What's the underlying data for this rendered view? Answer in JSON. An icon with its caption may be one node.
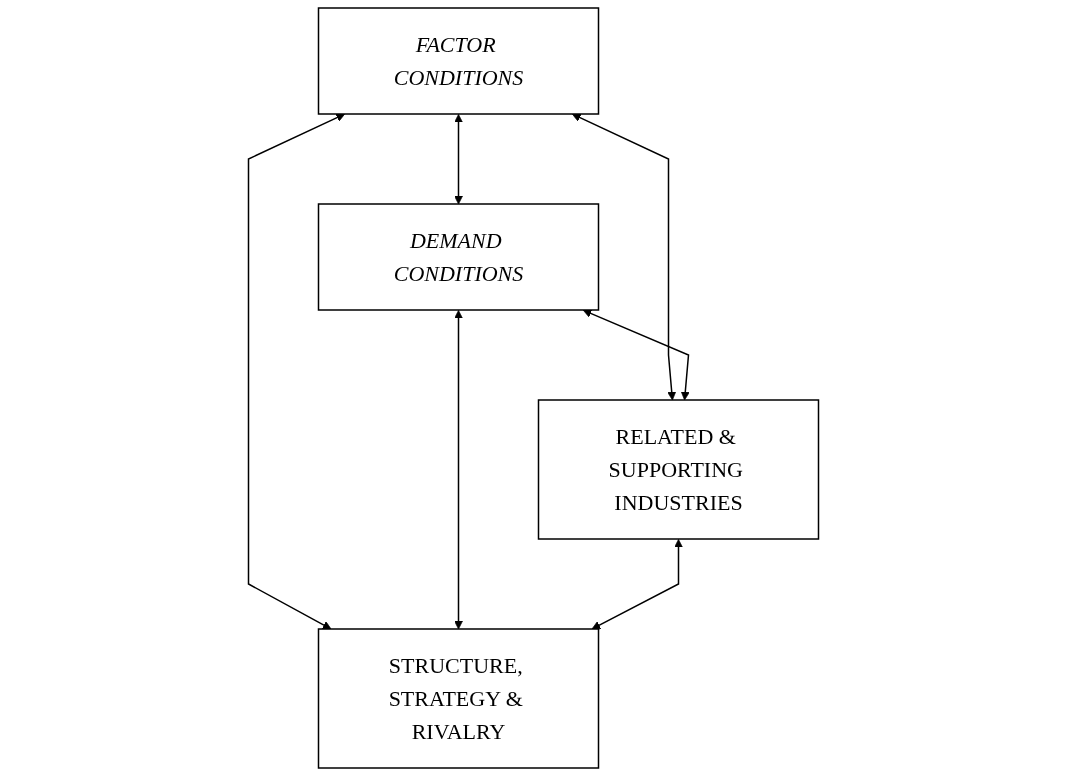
{
  "diagram": {
    "nodes": [
      {
        "text": [
          "FACTOR CONDITIONS"
        ]
      },
      {
        "text": [
          "DEMAND CONDITIONS"
        ]
      },
      {
        "text": [
          "RELATED & SUPPORTING INDUSTRIES"
        ]
      },
      {
        "text": [
          "STRUCTURE, STRATEGY & RIVALRY"
        ]
      }
    ],
    "edges": [
      {
        "from": 0,
        "to": 1,
        "arrow": "both"
      },
      {
        "from": 0,
        "to": 2,
        "arrow": "both"
      },
      {
        "from": 1,
        "to": 2,
        "arrow": "both"
      },
      {
        "from": 0,
        "to": 3,
        "arrow": "both"
      },
      {
        "from": 1,
        "to": 3,
        "arrow": "both"
      },
      {
        "from": 2,
        "to": 3,
        "arrow": "both"
      }
    ]
  }
}
